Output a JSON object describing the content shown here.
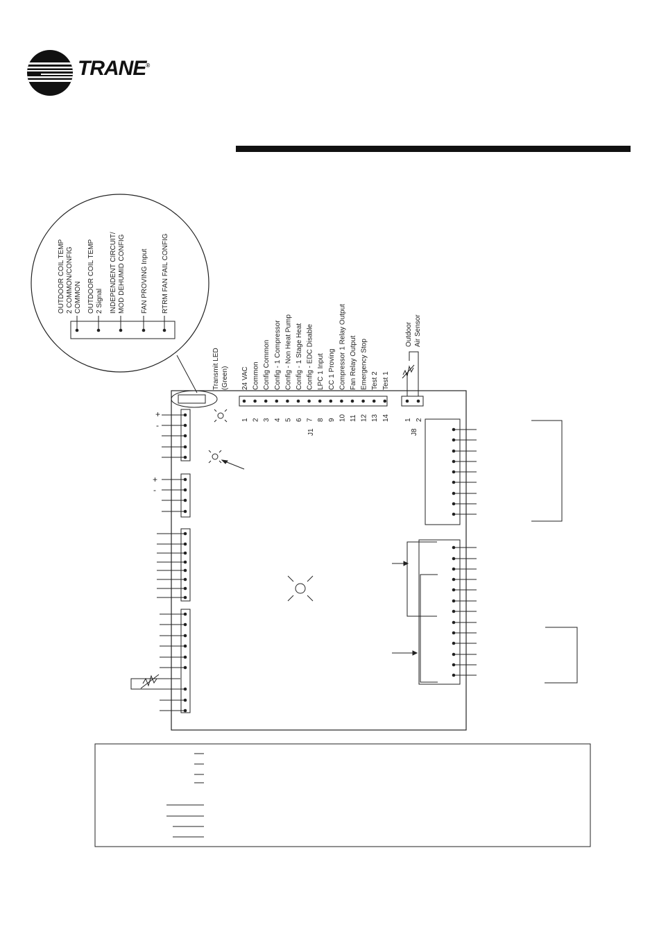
{
  "brand": {
    "name": "TRANE",
    "mark": "®"
  },
  "inset": {
    "labels": [
      [
        "OUTDOOR COIL TEMP",
        "2 COMMON/CONFIG",
        "COMMON"
      ],
      [
        "OUTDOOR COIL TEMP",
        "2 Signal"
      ],
      [
        "INDEPENDENT CIRCUIT/",
        "MOD DEHUMID CONFIG"
      ],
      [
        "FAN PROVING Input"
      ],
      [
        "RTRM FAN FAIL CONFIG"
      ]
    ]
  },
  "transmit_led": {
    "lines": [
      "Transmit LED",
      "(Green)"
    ]
  },
  "j1": {
    "name": "J1",
    "pins": [
      {
        "num": "1",
        "label": "24 VAC"
      },
      {
        "num": "2",
        "label": "Common"
      },
      {
        "num": "3",
        "label": "Config Common"
      },
      {
        "num": "4",
        "label": "Config - 1 Compressor"
      },
      {
        "num": "5",
        "label": "Config - Non Heat Pump"
      },
      {
        "num": "6",
        "label": "Config - 1 Stage Heat"
      },
      {
        "num": "7",
        "label": "Config - EDC Disable"
      },
      {
        "num": "8",
        "label": "LPC 1 Input"
      },
      {
        "num": "9",
        "label": "CC 1 Proving"
      },
      {
        "num": "10",
        "label": "Compressor 1 Relay Output"
      },
      {
        "num": "11",
        "label": "Fan Relay Output"
      },
      {
        "num": "12",
        "label": "Emergency Stop"
      },
      {
        "num": "13",
        "label": "Test 2"
      },
      {
        "num": "14",
        "label": "Test 1"
      }
    ]
  },
  "j8": {
    "name": "J8",
    "pins": [
      "1",
      "2"
    ],
    "sensor_lines": [
      "Outdoor",
      "Air Sensor"
    ]
  },
  "polarity": {
    "plus": "+",
    "minus": "-"
  },
  "colors": {
    "ink": "#222222",
    "background": "#ffffff"
  }
}
